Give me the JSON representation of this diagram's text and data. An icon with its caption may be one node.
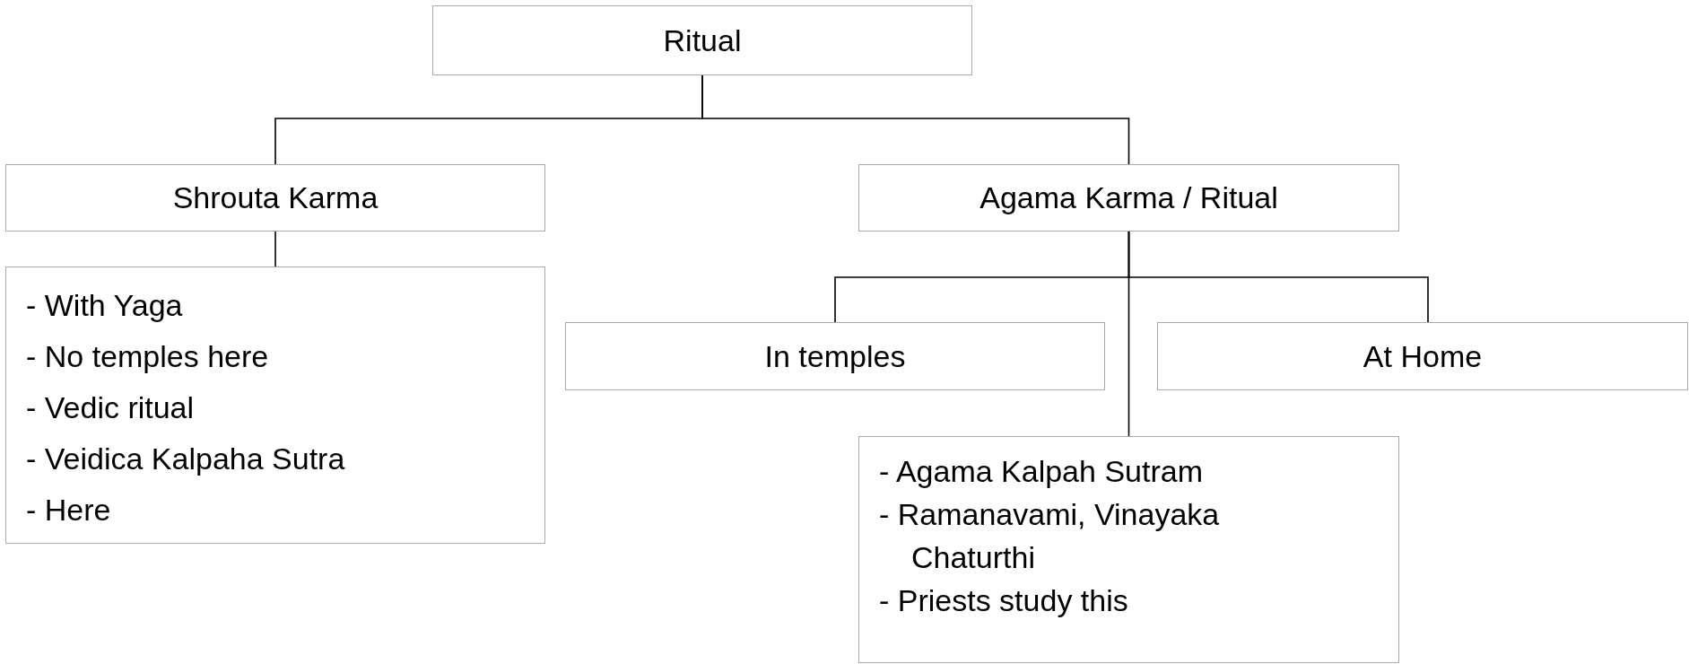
{
  "diagram": {
    "nodes": [
      {
        "text": [
          "Ritual"
        ]
      },
      {
        "text": [
          "Shrouta Karma"
        ]
      },
      {
        "text": [
          "- With Yaga",
          "- No temples here",
          "- Vedic ritual",
          "- Veidica Kalpaha Sutra",
          "- Here"
        ]
      },
      {
        "text": [
          "Agama Karma / Ritual"
        ]
      },
      {
        "text": [
          "In temples"
        ]
      },
      {
        "text": [
          "At Home"
        ]
      },
      {
        "text": [
          "- Agama Kalpah Sutram",
          "- Ramanavami, Vinayaka Chaturthi",
          "- Priests study this"
        ]
      }
    ],
    "edges": [
      {
        "from": 0,
        "to": 1,
        "arrow": "none"
      },
      {
        "from": 0,
        "to": 3,
        "arrow": "none"
      },
      {
        "from": 1,
        "to": 2,
        "arrow": "none"
      },
      {
        "from": 3,
        "to": 4,
        "arrow": "none"
      },
      {
        "from": 3,
        "to": 5,
        "arrow": "none"
      },
      {
        "from": 3,
        "to": 6,
        "arrow": "none"
      }
    ]
  }
}
